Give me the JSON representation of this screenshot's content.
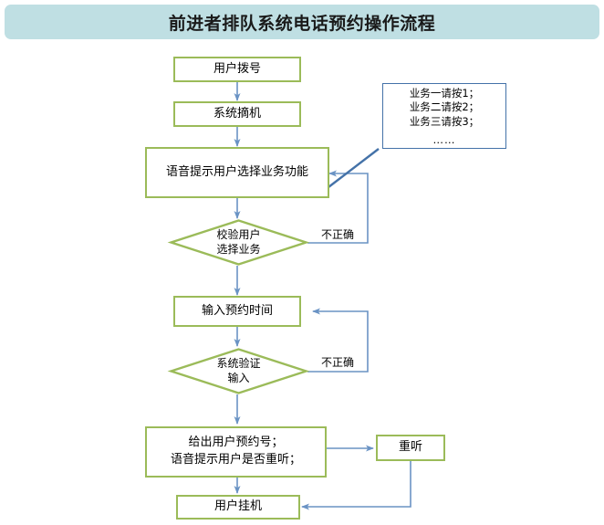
{
  "header": {
    "title": "前进者排队系统电话预约操作流程",
    "banner_color": "#bfdfe3"
  },
  "theme": {
    "node_border": "#9bbb59",
    "node_fill": "#ffffff",
    "connector": "#6a93c4",
    "note_border": "#4472a8",
    "text": "#000000"
  },
  "nodes": {
    "dial": {
      "label": "用户拨号"
    },
    "offhook": {
      "label": "系统摘机"
    },
    "voice_prompt": {
      "label": "语音提示用户选择业务功能"
    },
    "verify_service": {
      "label": "校验用户\n选择业务"
    },
    "input_time": {
      "label": "输入预约时间"
    },
    "verify_input": {
      "label": "系统验证\n输入"
    },
    "give_number": {
      "label": "给出用户预约号；\n语音提示用户是否重听；"
    },
    "replay": {
      "label": "重听"
    },
    "hangup": {
      "label": "用户挂机"
    }
  },
  "note": {
    "lines": [
      "业务一请按1；",
      "业务二请按2；",
      "业务三请按3；",
      "……"
    ]
  },
  "edge_labels": {
    "incorrect_service": "不正确",
    "incorrect_input": "不正确"
  }
}
